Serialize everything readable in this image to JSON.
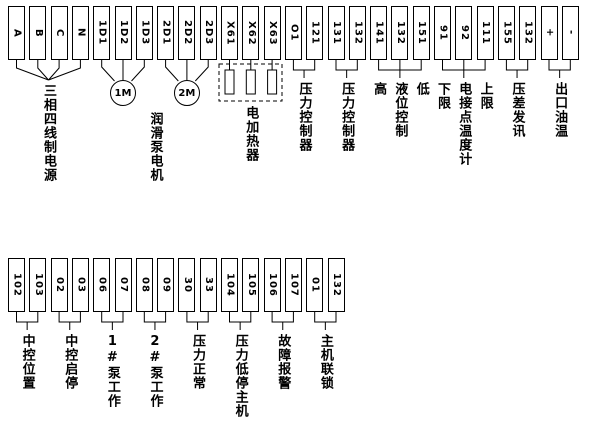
{
  "diagram": {
    "bg_color": "#ffffff",
    "line_color": "#000000",
    "top_row": {
      "terminals": [
        "A",
        "B",
        "C",
        "N",
        "1D1",
        "1D2",
        "1D3",
        "2D1",
        "2D2",
        "2D3",
        "X61",
        "X62",
        "X63",
        "O1",
        "121",
        "131",
        "132",
        "141",
        "132",
        "151",
        "91",
        "92",
        "111",
        "155",
        "132",
        "+",
        "-"
      ],
      "groups": [
        {
          "name": "three-phase-power",
          "label": "三相四线制电源"
        },
        {
          "name": "lube-pump-motors",
          "label": "润滑泵电机",
          "motors": [
            "1M",
            "2M"
          ]
        },
        {
          "name": "electric-heater",
          "label": "电加热器"
        },
        {
          "name": "pressure-controller-1",
          "label": "压力控制器"
        },
        {
          "name": "pressure-controller-2",
          "label": "压力控制器"
        },
        {
          "name": "level-control",
          "label": "液位控制",
          "high_label": "高",
          "low_label": "低"
        },
        {
          "name": "contact-thermometer",
          "label": "电接点温度计",
          "lower_label": "下限",
          "upper_label": "上限"
        },
        {
          "name": "diff-pressure-signal",
          "label": "压差发讯"
        },
        {
          "name": "outlet-oil-temp",
          "label": "出口油温"
        }
      ]
    },
    "bottom_row": {
      "terminals": [
        "102",
        "103",
        "02",
        "03",
        "06",
        "07",
        "08",
        "09",
        "30",
        "33",
        "104",
        "105",
        "106",
        "107",
        "01",
        "132"
      ],
      "groups": [
        {
          "name": "central-control-position",
          "label": "中控位置"
        },
        {
          "name": "central-control-startstop",
          "label": "中控启停"
        },
        {
          "name": "pump1-running",
          "label": "1#泵工作"
        },
        {
          "name": "pump2-running",
          "label": "2#泵工作"
        },
        {
          "name": "pressure-normal",
          "label": "压力正常"
        },
        {
          "name": "low-pressure-stop-main",
          "label": "压力低停主机"
        },
        {
          "name": "fault-alarm",
          "label": "故障报警"
        },
        {
          "name": "main-machine-interlock",
          "label": "主机联锁"
        }
      ]
    }
  }
}
